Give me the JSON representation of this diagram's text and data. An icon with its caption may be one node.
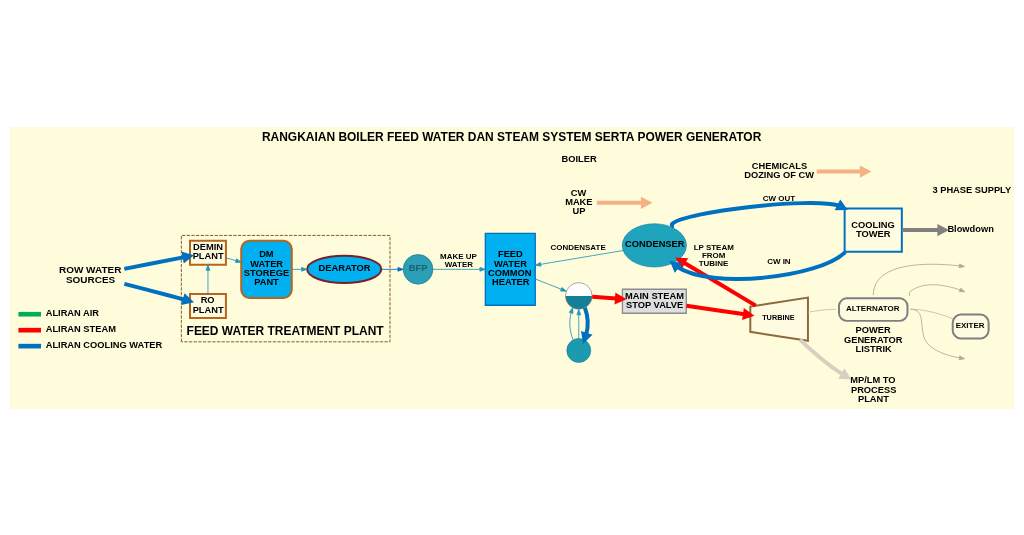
{
  "diagram": {
    "title": "RANGKAIAN BOILER FEED WATER DAN STEAM SYSTEM SERTA POWER GENERATOR",
    "nodes": [
      {
        "text": [
          "ROW WATER SOURCES"
        ]
      },
      {
        "text": [
          "FEED WATER TREATMENT PLANT"
        ]
      },
      {
        "text": [
          "DEMIN PLANT"
        ],
        "in": 1
      },
      {
        "text": [
          "RO PLANT"
        ],
        "in": 1
      },
      {
        "text": [
          "DM WATER STOREGE PANT"
        ],
        "in": 1
      },
      {
        "text": [
          "DEARATOR"
        ],
        "in": 1
      },
      {
        "text": [
          "BFP"
        ]
      },
      {
        "text": [
          "FEED WATER COMMON HEATER"
        ]
      },
      {
        "text": [],
        "shape": "circle"
      },
      {
        "text": [],
        "shape": "circle"
      },
      {
        "text": [
          "MAIN STEAM STOP VALVE"
        ]
      },
      {
        "text": [
          "TURBINE"
        ]
      },
      {
        "text": [
          "MP/LM TO PROCESS PLANT"
        ]
      },
      {
        "text": [
          "ALTERNATOR"
        ],
        "beside": [
          "POWER GENERATOR LISTRIK"
        ]
      },
      {
        "text": [
          "EXITER"
        ]
      },
      {
        "text": [
          "CONDENSER"
        ]
      },
      {
        "text": [
          "COOLING TOWER"
        ]
      },
      {
        "text": [
          "CW MAKE UP"
        ]
      },
      {
        "text": [
          "CHEMICALS DOZING OF CW"
        ]
      },
      {
        "text": [
          "Blowdown"
        ]
      }
    ],
    "edges": [
      {
        "from": 0,
        "to": 2,
        "arrow": "to",
        "style": "thick",
        "color": "#0070c0"
      },
      {
        "from": 0,
        "to": 3,
        "arrow": "to",
        "style": "thick",
        "color": "#0070c0"
      },
      {
        "from": 3,
        "to": 2,
        "arrow": "to"
      },
      {
        "from": 2,
        "to": 4,
        "arrow": "to"
      },
      {
        "from": 4,
        "to": 5,
        "arrow": "to"
      },
      {
        "from": 5,
        "to": 6,
        "arrow": "to",
        "color": "#0070c0"
      },
      {
        "from": 6,
        "to": 7,
        "arrow": "to",
        "label": "MAKE UP WATER"
      },
      {
        "from": 7,
        "to": 8,
        "arrow": "to"
      },
      {
        "from": 8,
        "to": 9,
        "arrow": "to",
        "style": "thick",
        "color": "#0070c0"
      },
      {
        "from": 9,
        "to": 8,
        "arrow": "to"
      },
      {
        "from": 9,
        "to": 8,
        "arrow": "to"
      },
      {
        "from": 8,
        "to": 10,
        "arrow": "to",
        "style": "thick",
        "color": "#ff0000"
      },
      {
        "from": 10,
        "to": 11,
        "arrow": "to",
        "style": "thick",
        "color": "#ff0000"
      },
      {
        "from": 11,
        "to": 15,
        "arrow": "to",
        "label": "LP STEAM FROM TUBINE",
        "style": "thick",
        "color": "#ff0000"
      },
      {
        "from": 11,
        "to": 12,
        "arrow": "to",
        "style": "thick",
        "color": "#d9cfc0"
      },
      {
        "from": 11,
        "to": 13,
        "arrow": "none",
        "color": "#c9bca8"
      },
      {
        "from": 13,
        "to": 14,
        "arrow": "none",
        "color": "#c9bca8"
      },
      {
        "from": 13,
        "to": null,
        "arrow": "to",
        "color": "#b8a78e"
      },
      {
        "from": 13,
        "to": null,
        "arrow": "to",
        "color": "#b8a78e"
      },
      {
        "from": 13,
        "to": null,
        "arrow": "to",
        "color": "#b8a78e"
      },
      {
        "from": 15,
        "to": 7,
        "arrow": "to",
        "label": "CONDENSATE"
      },
      {
        "from": 15,
        "to": 16,
        "arrow": "to",
        "label": "CW OUT",
        "style": "thick",
        "color": "#0070c0"
      },
      {
        "from": 16,
        "to": 15,
        "arrow": "to",
        "label": "CW IN",
        "style": "thick",
        "color": "#0070c0"
      },
      {
        "from": 17,
        "to": null,
        "arrow": "to",
        "style": "thick",
        "color": "#f4b183"
      },
      {
        "from": 18,
        "to": null,
        "arrow": "to",
        "style": "thick",
        "color": "#f4b183"
      },
      {
        "from": 16,
        "to": 19,
        "arrow": "to",
        "style": "thick",
        "color": "#808080"
      }
    ],
    "labels": [
      "BOILER",
      "3 PHASE SUPPLY"
    ],
    "legend": [
      {
        "text": "ALIRAN AIR",
        "color": "#00b050"
      },
      {
        "text": "ALIRAN STEAM",
        "color": "#ff0000"
      },
      {
        "text": "ALIRAN COOLING WATER",
        "color": "#0070c0"
      }
    ]
  }
}
